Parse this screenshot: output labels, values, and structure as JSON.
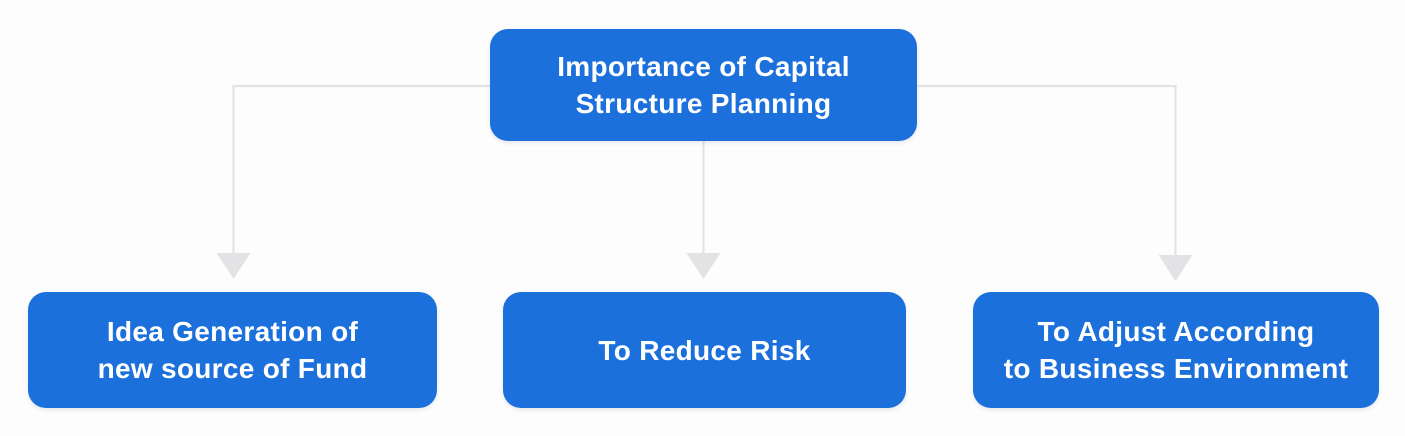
{
  "diagram": {
    "title": "Importance of Capital Structure Planning",
    "root": {
      "label": "Importance of Capital Structure Planning",
      "lines": [
        "Importance of Capital",
        "Structure Planning"
      ]
    },
    "children": [
      {
        "label": "Idea Generation of new source of Fund",
        "lines": [
          "Idea Generation of",
          "new source of Fund"
        ]
      },
      {
        "label": "To Reduce Risk",
        "lines": [
          "To Reduce Risk"
        ]
      },
      {
        "label": "To Adjust According to Business Environment",
        "lines": [
          "To Adjust According",
          "to Business Environment"
        ]
      }
    ],
    "colors": {
      "node_fill": "#1B70DB",
      "node_text": "#FFFFFF",
      "connector": "#E3E3E6",
      "background": "#FDFDFD"
    }
  }
}
